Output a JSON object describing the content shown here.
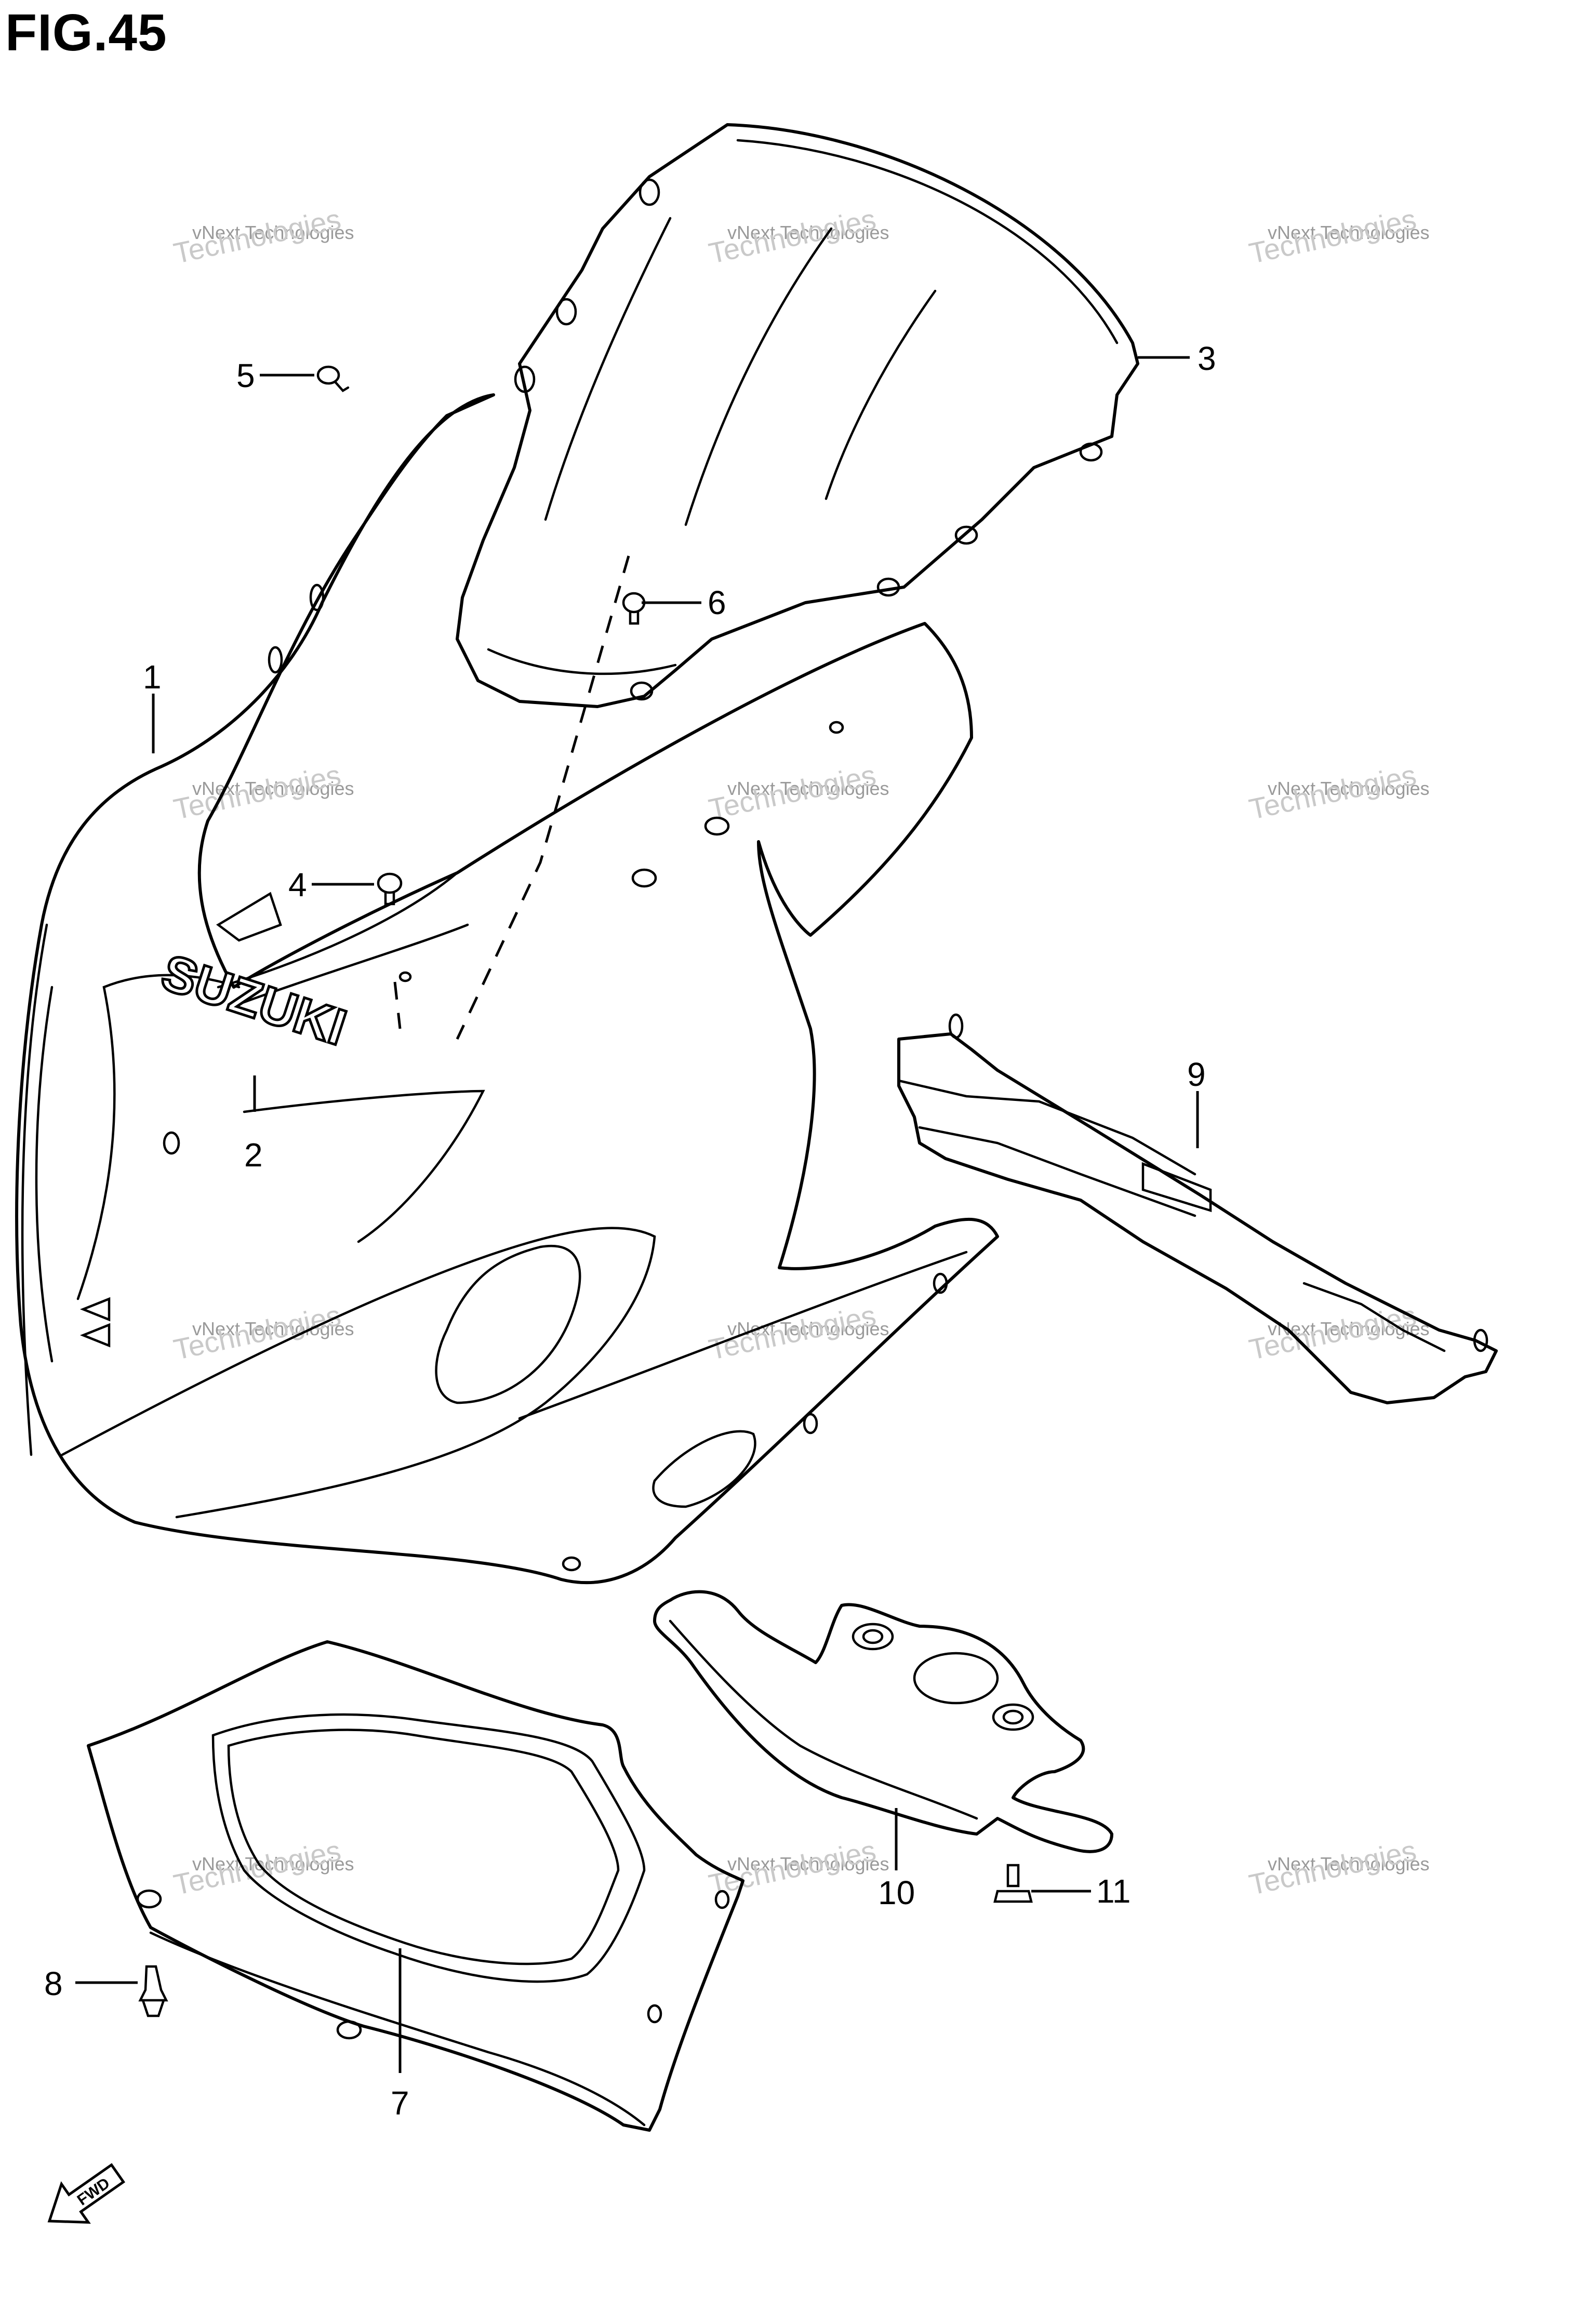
{
  "figure": {
    "title": "FIG.45"
  },
  "callouts": [
    "1",
    "2",
    "3",
    "4",
    "5",
    "6",
    "7",
    "8",
    "9",
    "10",
    "11"
  ],
  "logo_text": "SUZUKI",
  "direction_badge": "FWD",
  "watermark": {
    "line1": "vNext",
    "line2": "vNext Technologies",
    "line3": "Technologies"
  }
}
